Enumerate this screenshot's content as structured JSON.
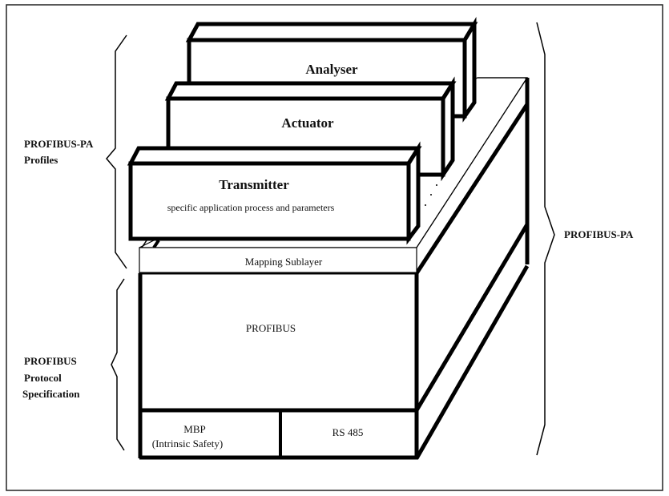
{
  "diagram": {
    "type": "layered-stack",
    "profiles": [
      {
        "id": "analyser",
        "label": "Analyser"
      },
      {
        "id": "actuator",
        "label": "Actuator"
      },
      {
        "id": "transmitter",
        "label": "Transmitter",
        "sublabel": "specific application process and parameters"
      }
    ],
    "layers": {
      "mapping": "Mapping Sublayer",
      "profibus": "PROFIBUS",
      "physical": [
        {
          "id": "mbp",
          "line1": "MBP",
          "line2": "(Intrinsic Safety)"
        },
        {
          "id": "rs485",
          "line1": "RS 485"
        }
      ]
    },
    "brackets": {
      "profiles_line1": "PROFIBUS-PA",
      "profiles_line2": "Profiles",
      "protocol_line1": "PROFIBUS",
      "protocol_line2": "Protocol",
      "protocol_line3": "Specification",
      "right": "PROFIBUS-PA"
    },
    "colors": {
      "stroke": "#000000",
      "background": "#ffffff"
    }
  }
}
